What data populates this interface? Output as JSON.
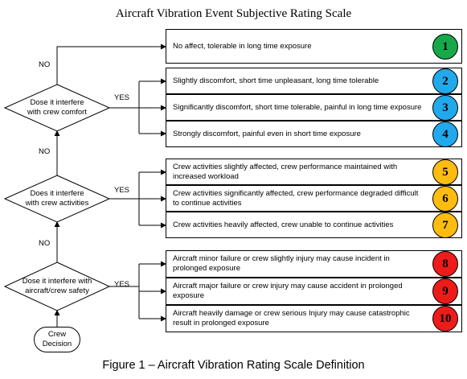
{
  "title": "Aircraft Vibration Event Subjective Rating Scale",
  "caption": "Figure 1 – Aircraft Vibration Rating Scale Definition",
  "start": {
    "line1": "Crew",
    "line2": "Decision"
  },
  "decisions": [
    {
      "line1": "Dose it interfere",
      "line2": "with crew comfort",
      "yes": "YES",
      "no": "NO"
    },
    {
      "line1": "Does it interfere",
      "line2": "with crew activities",
      "yes": "YES",
      "no": "NO"
    },
    {
      "line1": "Dose it interfere with",
      "line2": "aircraft/crew safety",
      "yes": "YES",
      "no": "NO"
    }
  ],
  "ratings": [
    {
      "level": "1",
      "color": "#17a84a",
      "text": "No affect, tolerable in long time exposure"
    },
    {
      "level": "2",
      "color": "#21a9ec",
      "text": "Slightly discomfort, short time unpleasant, long time tolerable"
    },
    {
      "level": "3",
      "color": "#21a9ec",
      "text": "Significantly discomfort, short time tolerable, painful in long time exposure"
    },
    {
      "level": "4",
      "color": "#21a9ec",
      "text": "Strongly discomfort, painful even in short time exposure"
    },
    {
      "level": "5",
      "color": "#fdbc0f",
      "text": "Crew activities slightly affected, crew performance  maintained with increased workload"
    },
    {
      "level": "6",
      "color": "#fdbc0f",
      "text": "Crew activities significantly affected, crew performance degraded difficult to continue activities"
    },
    {
      "level": "7",
      "color": "#fdbc0f",
      "text": "Crew activities heavily affected, crew unable to continue activities"
    },
    {
      "level": "8",
      "color": "#ee1b1b",
      "text": "Aircraft minor failure or crew slightly injury may cause  incident in prolonged exposure"
    },
    {
      "level": "9",
      "color": "#ee1b1b",
      "text": "Aircraft major failure or crew injury may cause accident in prolonged exposure"
    },
    {
      "level": "10",
      "color": "#ee1b1b",
      "text": "Aircraft heavily damage or crew serious Injury may cause catastrophic result  in prolonged exposure"
    }
  ]
}
